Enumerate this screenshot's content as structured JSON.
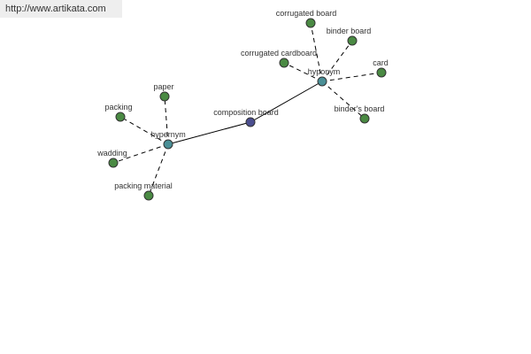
{
  "watermark": "http://www.artikata.com",
  "colors": {
    "center": "#4b4e8f",
    "hub": "#4a8f96",
    "leaf": "#4a8a43"
  },
  "nodes": [
    {
      "id": "composition",
      "label": "composition board",
      "kind": "center"
    },
    {
      "id": "hypernym",
      "label": "hypernym",
      "kind": "hub"
    },
    {
      "id": "hyponym",
      "label": "hyponym",
      "kind": "hub"
    },
    {
      "id": "paper",
      "label": "paper",
      "kind": "leaf"
    },
    {
      "id": "packing",
      "label": "packing",
      "kind": "leaf"
    },
    {
      "id": "wadding",
      "label": "wadding",
      "kind": "leaf"
    },
    {
      "id": "packing-material",
      "label": "packing material",
      "kind": "leaf"
    },
    {
      "id": "corrugated-board",
      "label": "corrugated board",
      "kind": "leaf"
    },
    {
      "id": "binder-board",
      "label": "binder board",
      "kind": "leaf"
    },
    {
      "id": "corrugated-cardboard",
      "label": "corrugated cardboard",
      "kind": "leaf"
    },
    {
      "id": "card",
      "label": "card",
      "kind": "leaf"
    },
    {
      "id": "binders-board",
      "label": "binder's board",
      "kind": "leaf"
    }
  ],
  "edges": [
    {
      "from": "composition",
      "to": "hypernym",
      "style": "solid"
    },
    {
      "from": "composition",
      "to": "hyponym",
      "style": "solid"
    },
    {
      "from": "hypernym",
      "to": "paper",
      "style": "dashed"
    },
    {
      "from": "hypernym",
      "to": "packing",
      "style": "dashed"
    },
    {
      "from": "hypernym",
      "to": "wadding",
      "style": "dashed"
    },
    {
      "from": "hypernym",
      "to": "packing-material",
      "style": "dashed"
    },
    {
      "from": "hyponym",
      "to": "corrugated-board",
      "style": "dashed"
    },
    {
      "from": "hyponym",
      "to": "binder-board",
      "style": "dashed"
    },
    {
      "from": "hyponym",
      "to": "corrugated-cardboard",
      "style": "dashed"
    },
    {
      "from": "hyponym",
      "to": "card",
      "style": "dashed"
    },
    {
      "from": "hyponym",
      "to": "binders-board",
      "style": "dashed"
    }
  ]
}
